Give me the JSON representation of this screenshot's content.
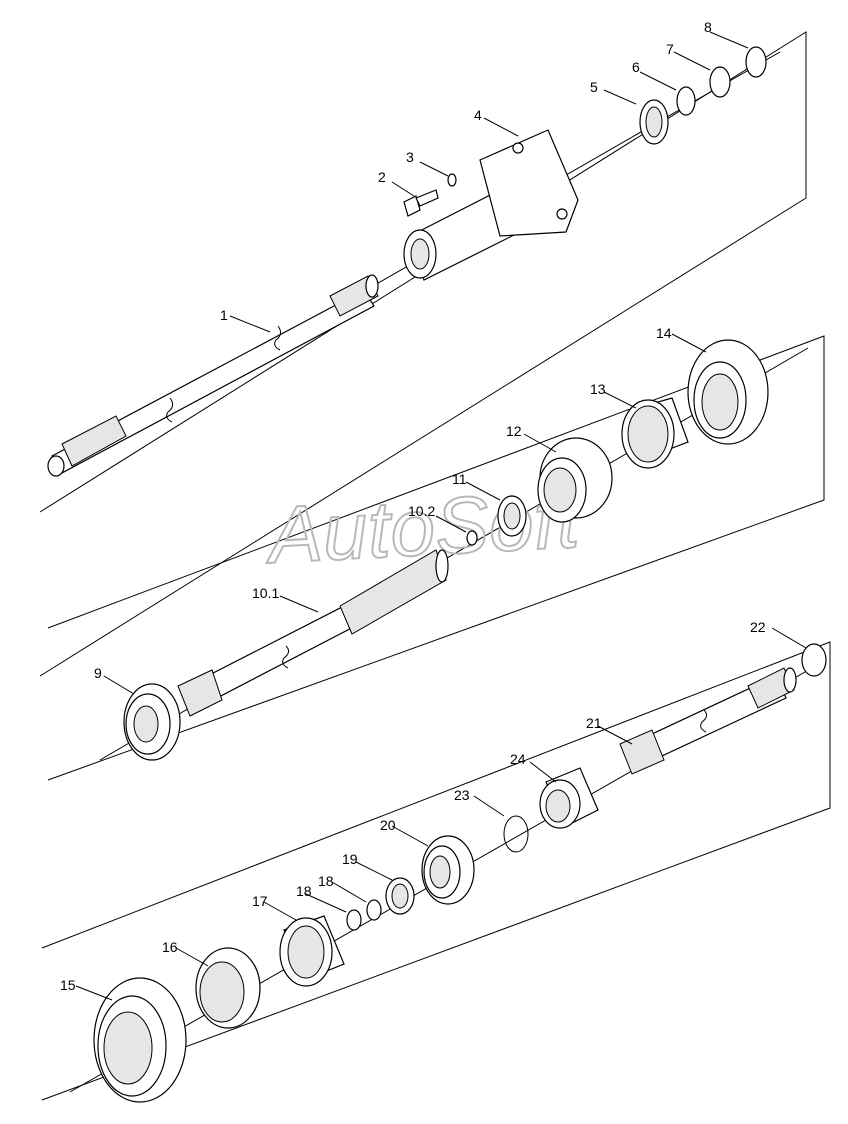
{
  "watermark": "AutoSoft",
  "labels": {
    "p1": "1",
    "p2": "2",
    "p3": "3",
    "p4": "4",
    "p5": "5",
    "p6": "6",
    "p7": "7",
    "p8": "8",
    "p9": "9",
    "p10_1": "10.1",
    "p10_2": "10.2",
    "p11": "11",
    "p12": "12",
    "p13": "13",
    "p14": "14",
    "p15": "15",
    "p16": "16",
    "p17": "17",
    "p18a": "18",
    "p18b": "18",
    "p19": "19",
    "p20": "20",
    "p21": "21",
    "p22": "22",
    "p23": "23",
    "p24": "24"
  },
  "icons": {
    "shaft": "shaft-icon",
    "bearing": "ball-bearing-icon",
    "gear": "gear-icon",
    "ring": "ring-icon",
    "bolt": "bolt-icon",
    "bushing": "bushing-icon"
  }
}
